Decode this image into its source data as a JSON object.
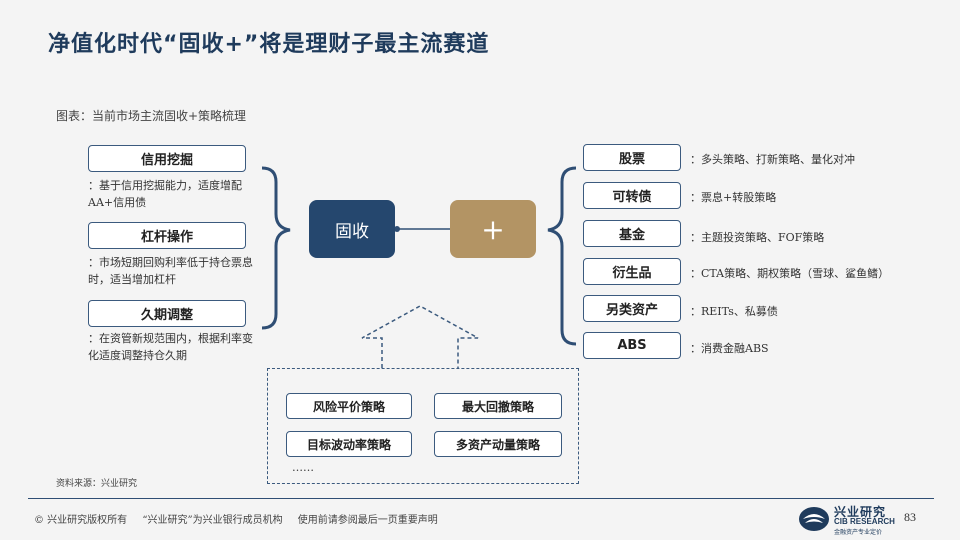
{
  "title": "净值化时代“固收+”将是理财子最主流赛道",
  "caption": "图表：当前市场主流固收+策略梳理",
  "left": [
    {
      "label": "信用挖掘",
      "desc": "：基于信用挖掘能力，适度增配AA+信用债"
    },
    {
      "label": "杠杆操作",
      "desc": "：市场短期回购利率低于持仓票息时，适当增加杠杆"
    },
    {
      "label": "久期调整",
      "desc": "：在资管新规范围内，根据利率变化适度调整持仓久期"
    }
  ],
  "center": {
    "left_label": "固收",
    "right_label": "+"
  },
  "right": [
    {
      "label": "股票",
      "desc": "：多头策略、打新策略、量化对冲"
    },
    {
      "label": "可转债",
      "desc": "：票息+转股策略"
    },
    {
      "label": "基金",
      "desc": "：主题投资策略、FOF策略"
    },
    {
      "label": "衍生品",
      "desc": "：CTA策略、期权策略（雪球、鲨鱼鳍）"
    },
    {
      "label": "另类资产",
      "desc": "：REITs、私募债"
    },
    {
      "label": "ABS",
      "desc": "：消费金融ABS"
    }
  ],
  "strategies": {
    "items": [
      "风险平价策略",
      "最大回撤策略",
      "目标波动率策略",
      "多资产动量策略"
    ],
    "more": "……"
  },
  "source": "资料来源：兴业研究",
  "footer": {
    "copyright": "©  兴业研究版权所有",
    "org": "“兴业研究”为兴业银行成员机构",
    "disclaimer": "使用前请参阅最后一页重要声明",
    "page": "83"
  },
  "logo": {
    "cn": "兴业研究",
    "en": "CIB RESEARCH",
    "sub": "金融资产专业定价"
  },
  "colors": {
    "navy": "#25476e",
    "gold": "#b39464",
    "border": "#3b5a7e"
  }
}
